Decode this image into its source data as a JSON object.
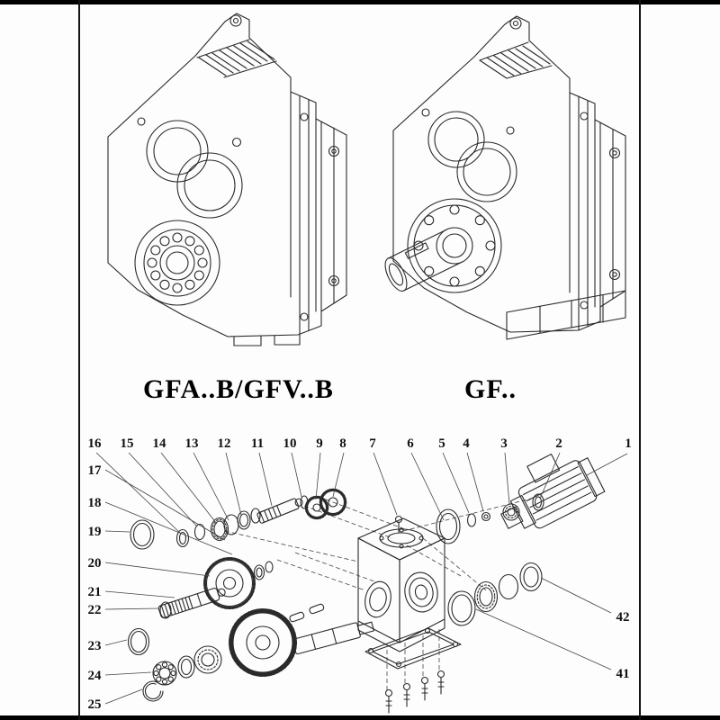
{
  "page": {
    "background": "#ffffff",
    "frame_color": "#000000",
    "ink_color": "#2a2a2a"
  },
  "models": {
    "left_label": "GFA..B/GFV..B",
    "right_label": "GF.."
  },
  "exploded": {
    "top_callouts": [
      "16",
      "15",
      "14",
      "13",
      "12",
      "11",
      "10",
      "9",
      "8",
      "7",
      "6",
      "5",
      "4",
      "3",
      "2",
      "1"
    ],
    "left_callouts": [
      "17",
      "18",
      "19",
      "20",
      "21",
      "22",
      "23",
      "24",
      "25"
    ],
    "right_callouts": [
      "42",
      "41"
    ]
  }
}
